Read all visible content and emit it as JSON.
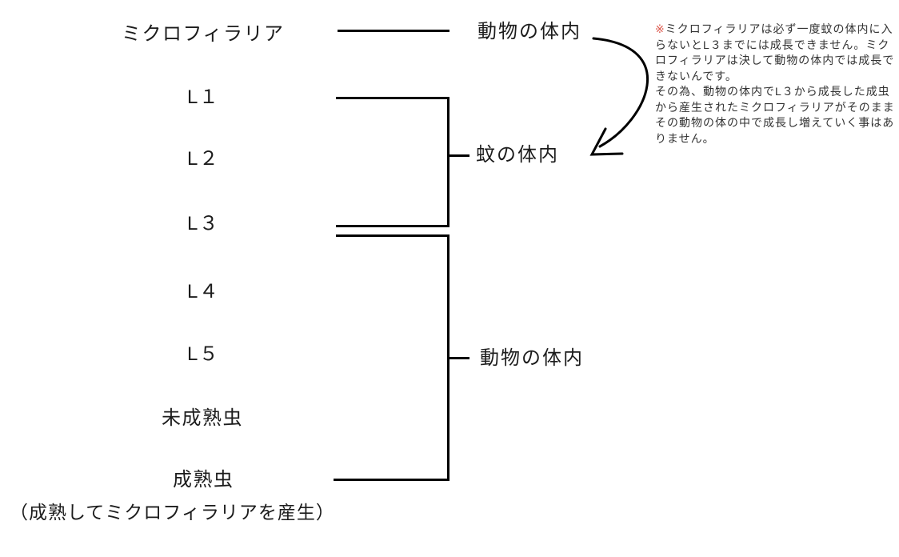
{
  "diagram": {
    "stages": [
      {
        "label": "ミクロフィラリア"
      },
      {
        "label": "L１"
      },
      {
        "label": "L２"
      },
      {
        "label": "L３"
      },
      {
        "label": "L４"
      },
      {
        "label": "L５"
      },
      {
        "label": "未成熟虫"
      },
      {
        "label": "成熟虫"
      }
    ],
    "mature_caption": "（成熟してミクロフィラリアを産生）",
    "locations": {
      "animal_top": "動物の体内",
      "mosquito": "蚊の体内",
      "animal_bottom": "動物の体内"
    }
  },
  "note": {
    "marker": "※",
    "marker_color": "#dd5a4f",
    "part1": "ミクロフィラリアは必ず一度蚊の体内に入らないとL３までには成長できません。ミクロフィラリアは決して動物の体内では成長できないんです。",
    "part2": "その為、動物の体内でL３から成長した成虫から産生されたミクロフィラリアがそのままその動物の体の中で成長し増えていく事はありません。"
  },
  "colors": {
    "background": "#ffffff",
    "line": "#000000",
    "text": "#1c1c1c",
    "note_text": "#333333"
  }
}
